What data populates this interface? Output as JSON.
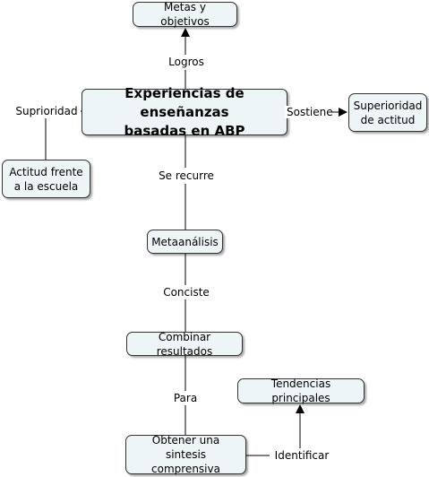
{
  "concept_map": {
    "main_concept": "Experiencias de enseñanzas\nbasadas en ABP",
    "nodes": {
      "metas": "Metas y objetivos",
      "superioridad": "Superioridad\nde actitud",
      "actitud": "Actitud frente\na la escuela",
      "metaanalisis": "Metaanálisis",
      "combinar": "Combinar resultados",
      "tendencias": "Tendencias principales",
      "obtener": "Obtener una sintesis\ncomprensiva"
    },
    "links": {
      "logros": "Logros",
      "sostiene": "Sostiene",
      "suprioridad": "Suprioridad",
      "se_recurre": "Se recurre",
      "conciste": "Conciste",
      "para": "Para",
      "identificar": "Identificar"
    },
    "colors": {
      "node_fill": "#eef5f6",
      "node_border": "#333333",
      "line": "#000000"
    }
  }
}
